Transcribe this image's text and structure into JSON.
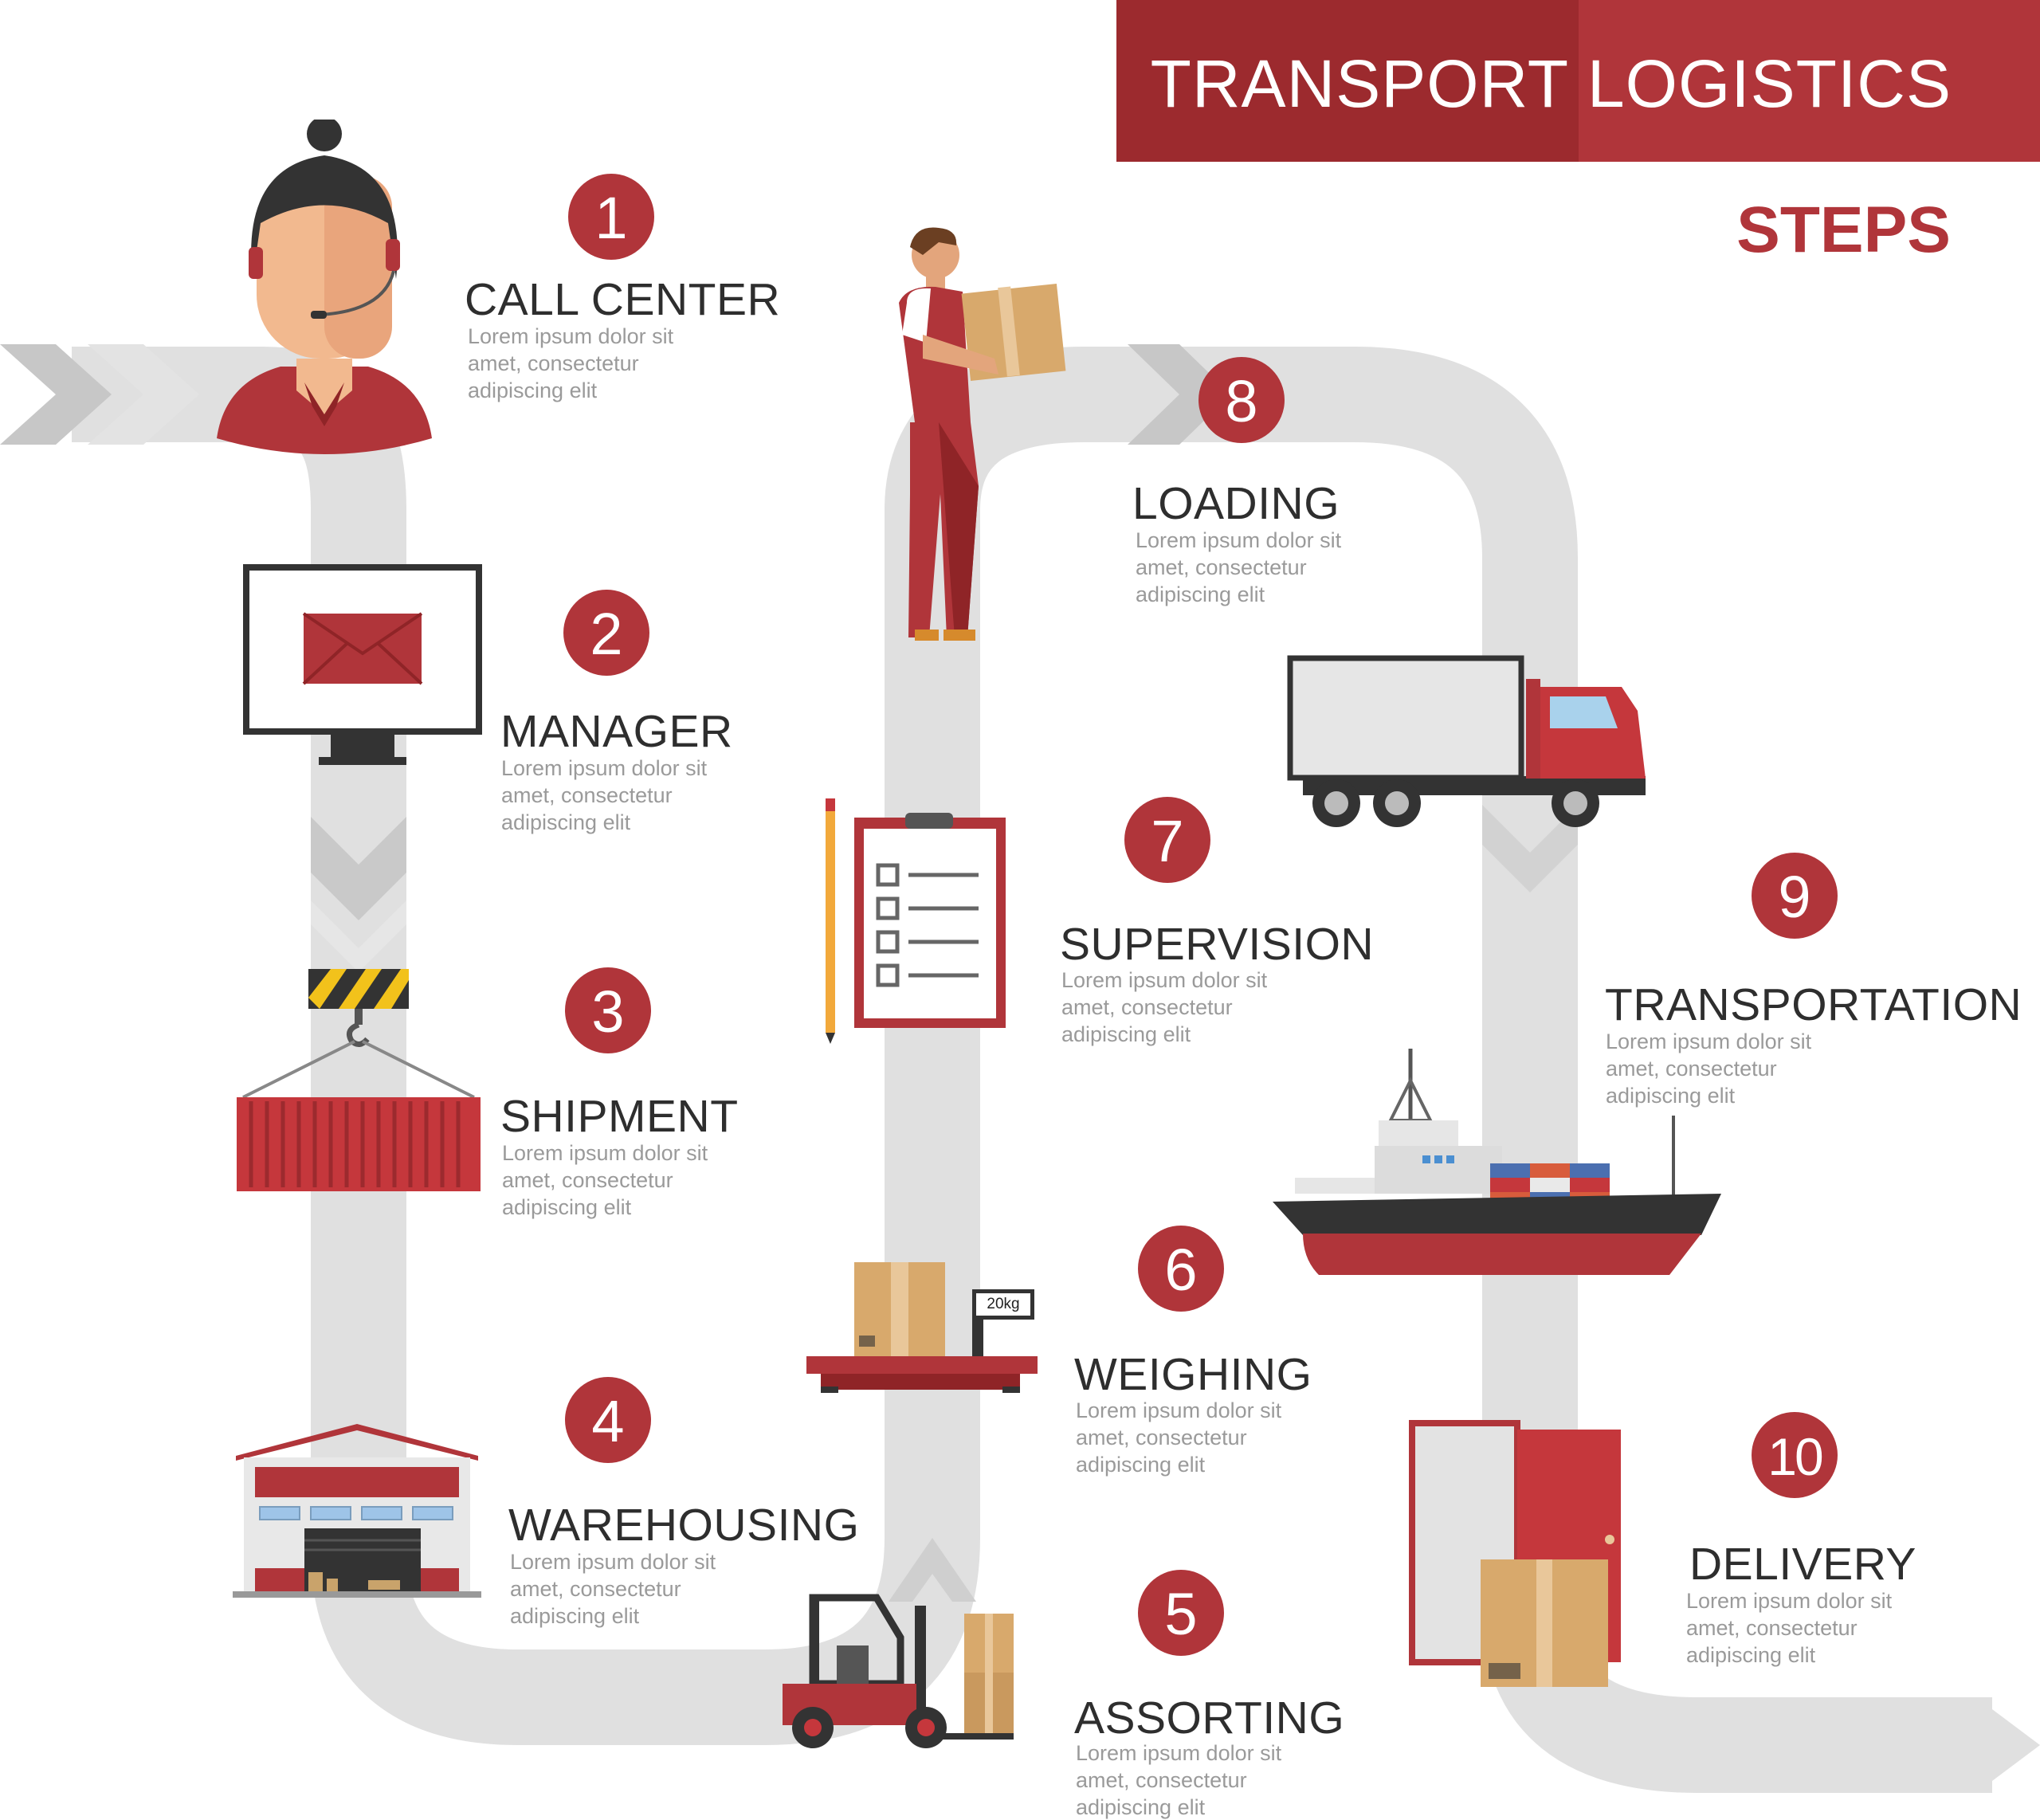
{
  "header": {
    "title": "TRANSPORT LOGISTICS",
    "subtitle": "STEPS"
  },
  "colors": {
    "accent_red": "#b0353a",
    "dark_red": "#9c2a2e",
    "path_gray": "#e0e0e0",
    "chevron_gray": "#cccccc",
    "title_text": "#2e2e2e",
    "desc_text": "#9a9a9a"
  },
  "steps": [
    {
      "number": "1",
      "title": "CALL CENTER",
      "description": "Lorem ipsum dolor sit\namet, consectetur\nadipiscing elit",
      "icon": "operator-headset-icon"
    },
    {
      "number": "2",
      "title": "MANAGER",
      "description": "Lorem ipsum dolor sit\namet, consectetur\nadipiscing elit",
      "icon": "monitor-envelope-icon"
    },
    {
      "number": "3",
      "title": "SHIPMENT",
      "description": "Lorem ipsum dolor sit\namet, consectetur\nadipiscing elit",
      "icon": "crane-container-icon"
    },
    {
      "number": "4",
      "title": "WAREHOUSING",
      "description": "Lorem ipsum dolor sit\namet, consectetur\nadipiscing elit",
      "icon": "warehouse-icon"
    },
    {
      "number": "5",
      "title": "ASSORTING",
      "description": "Lorem ipsum dolor sit\namet, consectetur\nadipiscing elit",
      "icon": "forklift-icon"
    },
    {
      "number": "6",
      "title": "WEIGHING",
      "description": "Lorem ipsum dolor sit\namet, consectetur\nadipiscing elit",
      "icon": "scale-box-icon",
      "scale_label": "20kg"
    },
    {
      "number": "7",
      "title": "SUPERVISION",
      "description": "Lorem ipsum dolor sit\namet, consectetur\nadipiscing elit",
      "icon": "clipboard-checklist-icon"
    },
    {
      "number": "8",
      "title": "LOADING",
      "description": "Lorem ipsum dolor sit\namet, consectetur\nadipiscing elit",
      "icon": "worker-carrying-box-icon"
    },
    {
      "number": "9",
      "title": "TRANSPORTATION",
      "description": "Lorem ipsum dolor sit\namet, consectetur\nadipiscing elit",
      "icon": "truck-and-ship-icon"
    },
    {
      "number": "10",
      "title": "DELIVERY",
      "description": "Lorem ipsum dolor sit\namet, consectetur\nadipiscing elit",
      "icon": "door-box-icon"
    }
  ]
}
